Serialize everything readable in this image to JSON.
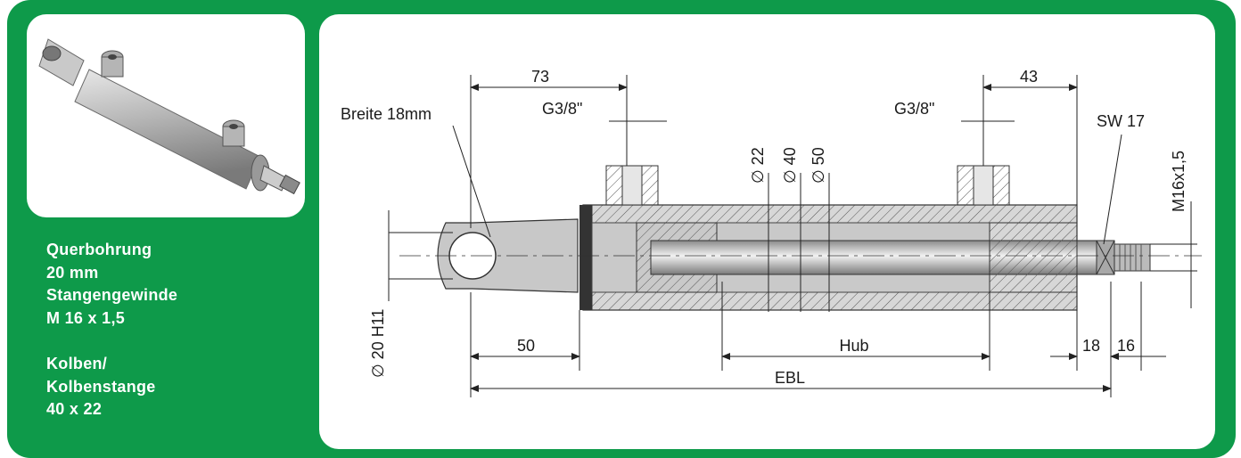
{
  "specs": {
    "line1": "Querbohrung",
    "line2": "20 mm",
    "line3": "Stangengewinde",
    "line4": "M 16 x 1,5",
    "line5": "Kolben/",
    "line6": "Kolbenstange",
    "line7": "40 x 22"
  },
  "drawing": {
    "label_breite": "Breite 18mm",
    "dim_73": "73",
    "dim_43": "43",
    "port_left": "G3/8\"",
    "port_right": "G3/8\"",
    "sw": "SW 17",
    "thread": "M16x1,5",
    "dia_22": "∅ 22",
    "dia_40": "∅ 40",
    "dia_50": "∅ 50",
    "bore": "∅ 20 H11",
    "dim_50": "50",
    "hub": "Hub",
    "dim_18": "18",
    "dim_16": "16",
    "ebl": "EBL"
  },
  "colors": {
    "frame_green": "#0e9a4a",
    "card_white": "#ffffff",
    "metal": "#bfbfbf"
  }
}
